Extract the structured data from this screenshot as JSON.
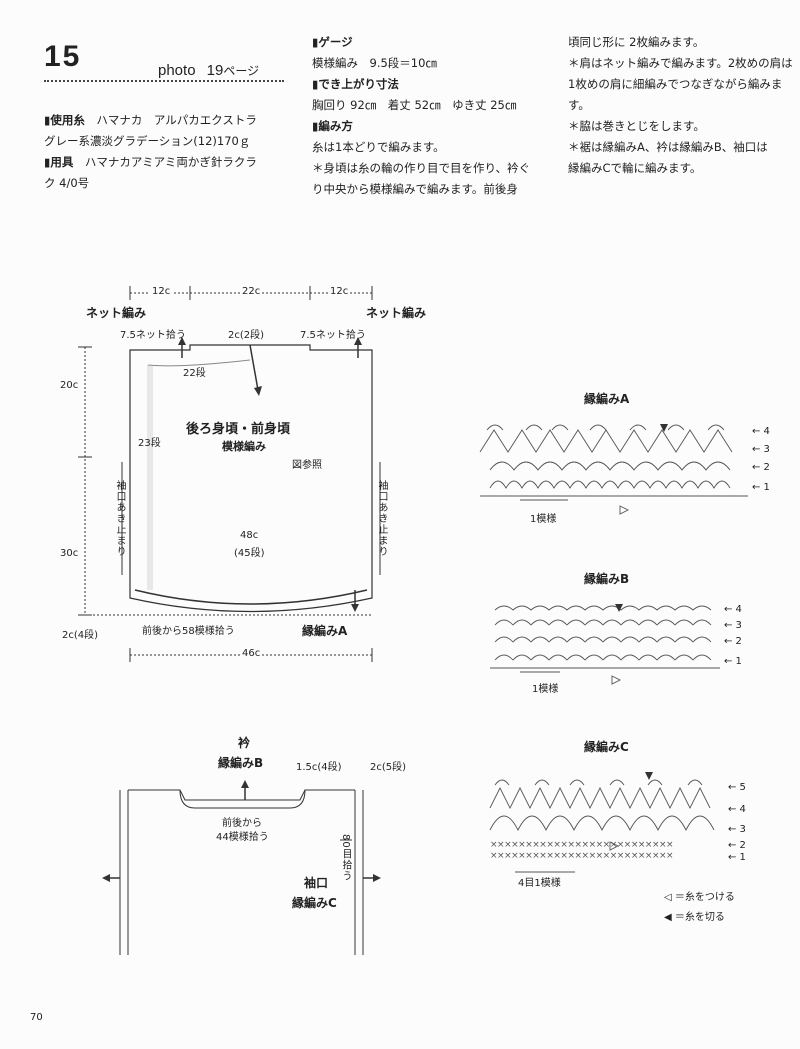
{
  "header": {
    "number": "15",
    "photo": "photo",
    "photo_page": "19",
    "page_suffix": "ページ"
  },
  "materials": {
    "yarn_head": "使用糸",
    "yarn_line1": "ハマナカ　アルパカエクストラ",
    "yarn_line2": "グレー系濃淡グラデーション(12)170ｇ",
    "tool_head": "用具",
    "tool_line1": "ハマナカアミアミ両かぎ針ラクラ",
    "tool_line2": "ク 4/0号"
  },
  "gauge": {
    "head": "ゲージ",
    "text": "模様編み　9.5段＝10㎝"
  },
  "size": {
    "head": "でき上がり寸法",
    "text": "胸回り 92㎝　着丈 52㎝　ゆき丈 25㎝"
  },
  "method": {
    "head": "編み方",
    "line1": "糸は1本どりで編みます。",
    "line2": "＊身頃は糸の輪の作り目で目を作り、衿ぐ",
    "line3": "り中央から模様編みで編みます。前後身"
  },
  "method_cont": {
    "line1": "頃同じ形に 2枚編みます。",
    "line2": "＊肩はネット編みで編みます。2枚めの肩は",
    "line3": "1枚めの肩に細編みでつなぎながら編みま",
    "line4": "す。",
    "line5": "＊脇は巻きとじをします。",
    "line6": "＊裾は縁編みA、衿は縁編みB、袖口は",
    "line7": "縁編みCで輪に編みます。"
  },
  "body_diagram": {
    "top_left": "12c",
    "top_mid": "22c",
    "top_right": "12c",
    "net_left": "ネット編み",
    "net_right": "ネット編み",
    "pick_left": "7.5ネット拾う",
    "center_top": "2c(2段)",
    "pick_right": "7.5ネット拾う",
    "rows22": "22段",
    "rows23": "23段",
    "h20": "20c",
    "h30": "30c",
    "title": "後ろ身頃・前身頃",
    "pattern": "模様編み",
    "ref": "図参照",
    "sleeve_l": "袖口あき止まり",
    "sleeve_r": "袖口あき止まり",
    "w48": "48c",
    "w45": "(45段)",
    "hem": "2c(4段)",
    "pick_hem": "前後から58模様拾う",
    "edge_a": "縁編みA",
    "w46": "46c"
  },
  "collar_diagram": {
    "title": "衿",
    "edge_b": "縁編みB",
    "d15": "1.5c(4段)",
    "d2": "2c(5段)",
    "pick1": "前後から",
    "pick2": "44模様拾う",
    "pick80": "80目拾う",
    "cuff": "袖口",
    "edge_c": "縁編みC"
  },
  "charts": {
    "a_title": "縁編みA",
    "a_repeat": "1模様",
    "b_title": "縁編みB",
    "b_repeat": "1模様",
    "c_title": "縁編みC",
    "c_repeat": "4目1模様",
    "row1": "← 1",
    "row2": "← 2",
    "row3": "← 3",
    "row4": "← 4",
    "row5": "← 5"
  },
  "legend": {
    "attach": "◁ ＝糸をつける",
    "cut": "◀ ＝糸を切る"
  },
  "footer": {
    "page": "70"
  }
}
